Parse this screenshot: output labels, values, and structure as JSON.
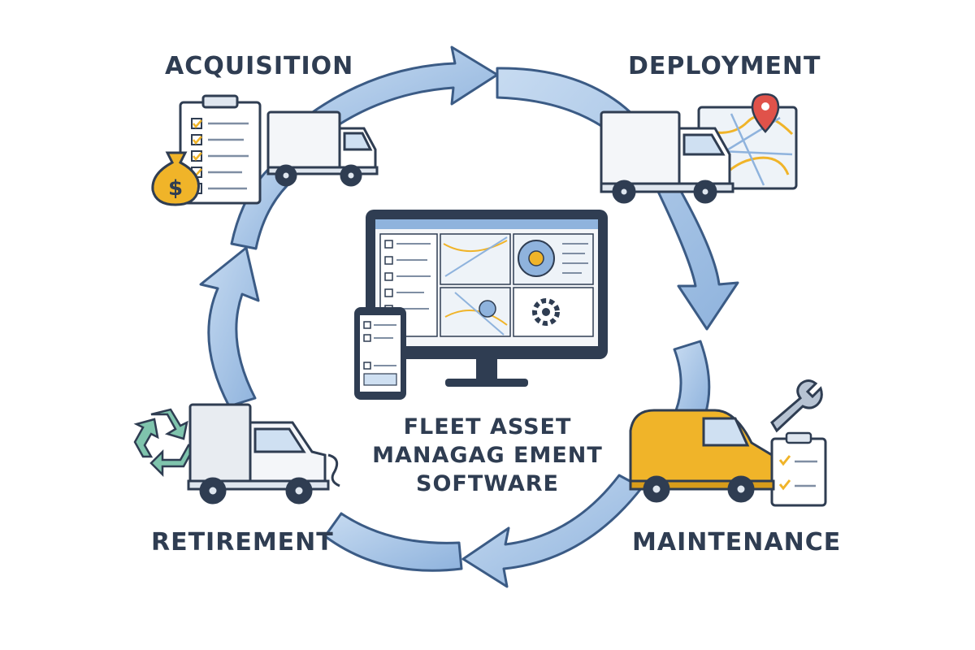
{
  "stages": {
    "acquisition": "ACQUISITION",
    "deployment": "DEPLOYMENT",
    "maintenance": "MAINTENANCE",
    "retirement": "RETIREMENT"
  },
  "center_title": {
    "line1": "FLEET ASSET",
    "line2": "MANAGAG EMENT",
    "line3": "SOFTWARE"
  },
  "colors": {
    "ink": "#2f3d52",
    "arrow_fill": "#a9c5e6",
    "arrow_stroke": "#3b5b85",
    "accent_yellow": "#f0b429",
    "recycle_green": "#7fc4ad",
    "pin_red": "#e0524a"
  }
}
